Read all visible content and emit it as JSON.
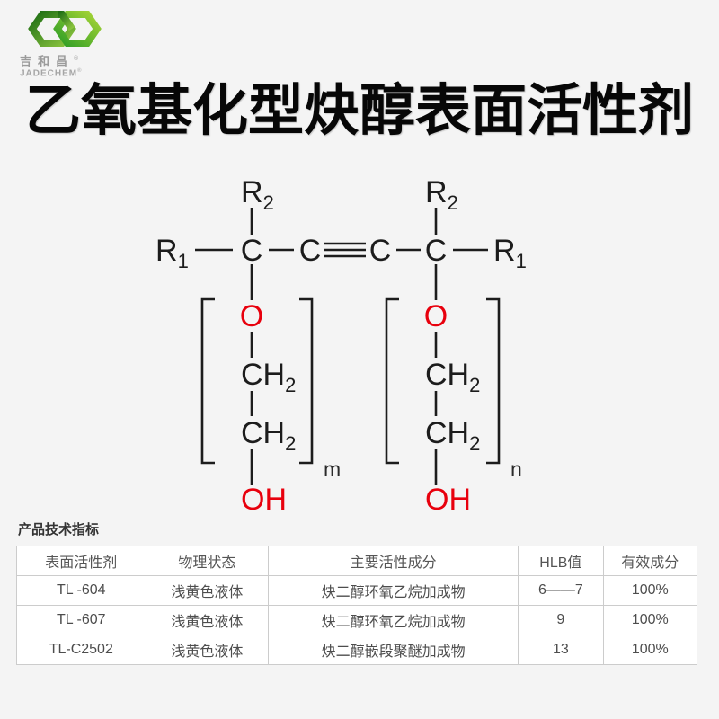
{
  "logo": {
    "company_cn": "吉和昌",
    "company_en": "JADECHEM",
    "registered_mark": "®",
    "ring_dark_green": "#2e7d1e",
    "ring_light_green": "#8dc63f"
  },
  "title": "乙氧基化型炔醇表面活性剂",
  "structure": {
    "labels": {
      "r": "R",
      "sub1": "1",
      "sub2": "2",
      "c": "C",
      "o": "O",
      "ch": "CH",
      "ch_sub": "2",
      "oh": "OH",
      "m": "m",
      "n": "n"
    },
    "colors": {
      "bond": "#1c1c1c",
      "oxygen": "#e8000d"
    }
  },
  "table_section": {
    "title": "产品技术指标",
    "headers": [
      "表面活性剂",
      "物理状态",
      "主要活性成分",
      "HLB值",
      "有效成分"
    ],
    "rows": [
      [
        "TL -604",
        "浅黄色液体",
        "炔二醇环氧乙烷加成物",
        "6——7",
        "100%"
      ],
      [
        "TL -607",
        "浅黄色液体",
        "炔二醇环氧乙烷加成物",
        "9",
        "100%"
      ],
      [
        "TL-C2502",
        "浅黄色液体",
        "炔二醇嵌段聚醚加成物",
        "13",
        "100%"
      ]
    ]
  }
}
